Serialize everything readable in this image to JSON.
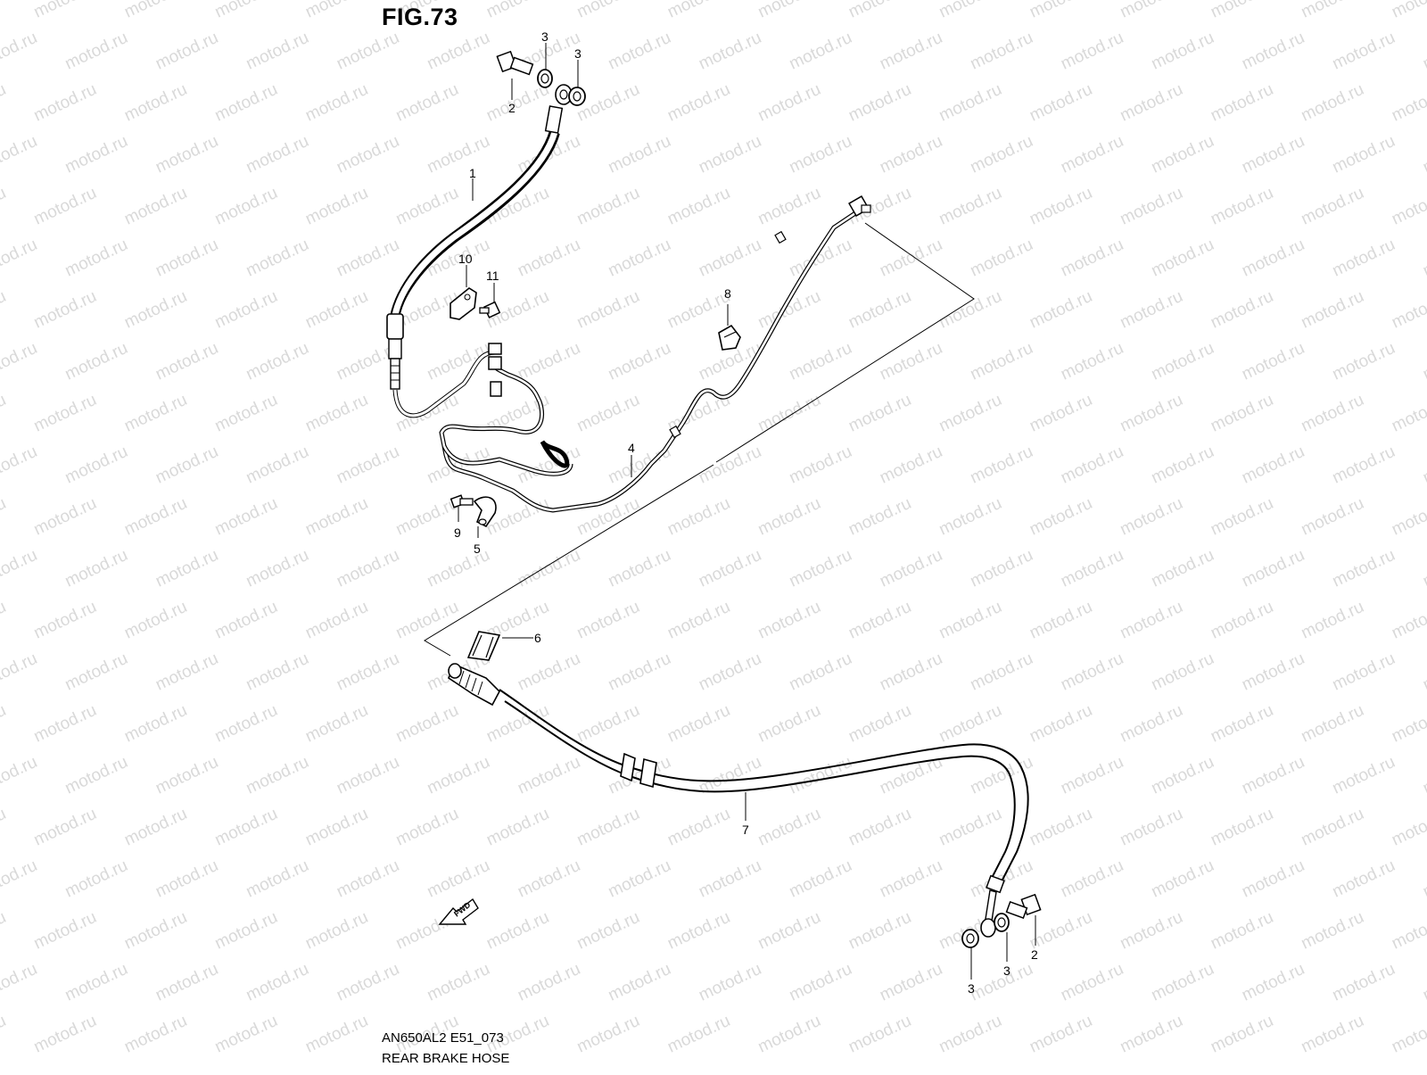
{
  "figure": {
    "title": "FIG.73",
    "code": "AN650AL2 E51_073",
    "name": "REAR BRAKE HOSE"
  },
  "watermark": "motod.ru",
  "fwd_label": "FWD",
  "callouts": [
    {
      "id": "c1",
      "label": "1"
    },
    {
      "id": "c2a",
      "label": "2"
    },
    {
      "id": "c3a",
      "label": "3"
    },
    {
      "id": "c3b",
      "label": "3"
    },
    {
      "id": "c4",
      "label": "4"
    },
    {
      "id": "c5",
      "label": "5"
    },
    {
      "id": "c6",
      "label": "6"
    },
    {
      "id": "c7",
      "label": "7"
    },
    {
      "id": "c8",
      "label": "8"
    },
    {
      "id": "c9",
      "label": "9"
    },
    {
      "id": "c10",
      "label": "10"
    },
    {
      "id": "c11",
      "label": "11"
    },
    {
      "id": "c2b",
      "label": "2"
    },
    {
      "id": "c3c",
      "label": "3"
    },
    {
      "id": "c3d",
      "label": "3"
    }
  ]
}
